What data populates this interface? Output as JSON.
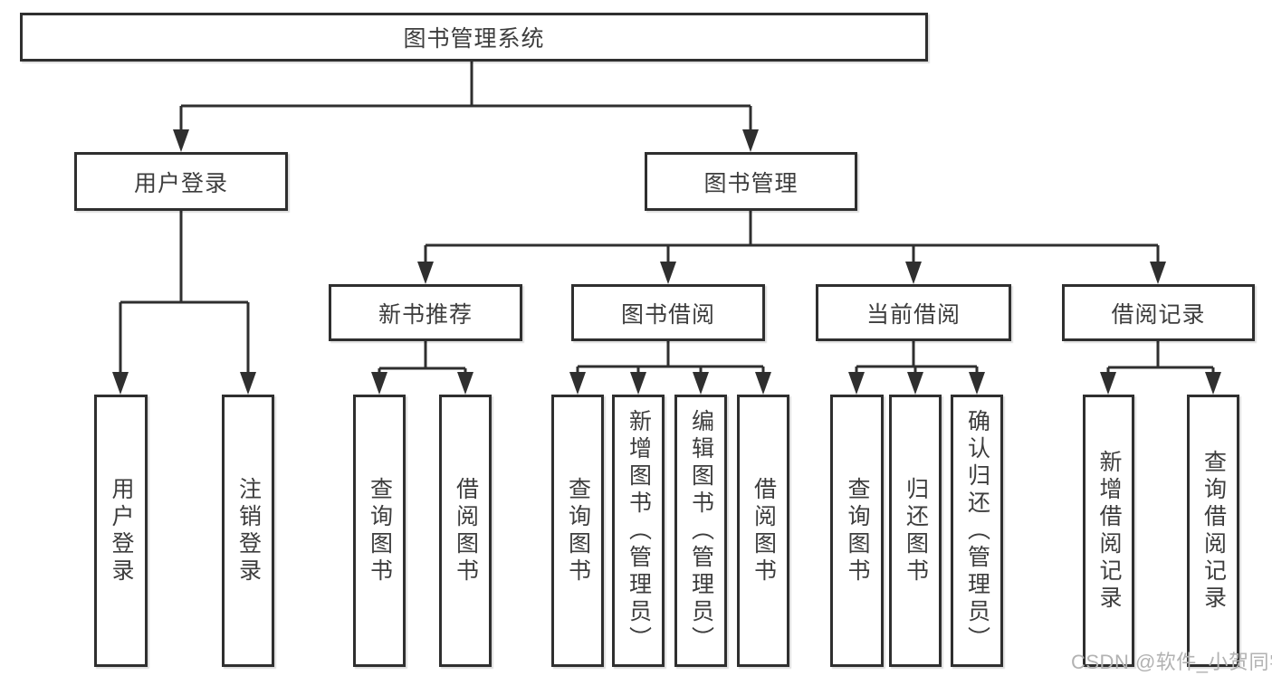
{
  "diagram": {
    "root": {
      "label": "图书管理系统"
    },
    "level2": [
      {
        "label": "用户登录",
        "children": [
          {
            "label": "用户登录"
          },
          {
            "label": "注销登录"
          }
        ]
      },
      {
        "label": "图书管理",
        "children": [
          {
            "label": "新书推荐",
            "children": [
              {
                "label": "查询图书"
              },
              {
                "label": "借阅图书"
              }
            ]
          },
          {
            "label": "图书借阅",
            "children": [
              {
                "label": "查询图书"
              },
              {
                "label": "新增图书（管理员）"
              },
              {
                "label": "编辑图书（管理员）"
              },
              {
                "label": "借阅图书"
              }
            ]
          },
          {
            "label": "当前借阅",
            "children": [
              {
                "label": "查询图书"
              },
              {
                "label": "归还图书"
              },
              {
                "label": "确认归还（管理员）"
              }
            ]
          },
          {
            "label": "借阅记录",
            "children": [
              {
                "label": "新增借阅记录"
              },
              {
                "label": "查询借阅记录"
              }
            ]
          }
        ]
      }
    ]
  },
  "watermark": {
    "text": "CSDN @软件_小贺同学",
    "color": "#b2b2b2"
  },
  "colors": {
    "line": "#2f2f2f",
    "text": "#3d3d3d",
    "background": "#ffffff"
  }
}
